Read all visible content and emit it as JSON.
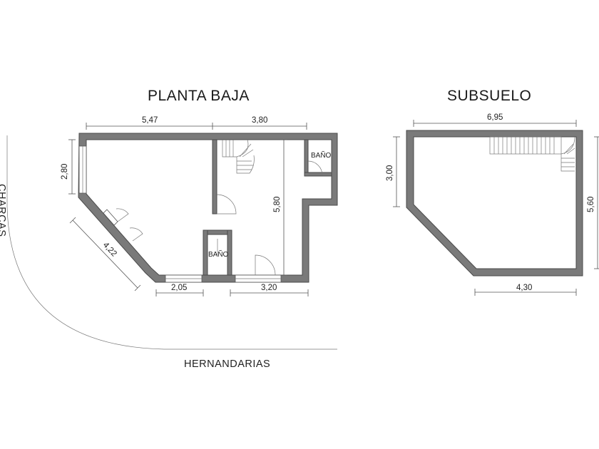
{
  "plans": {
    "planta_baja": {
      "title": "PLANTA BAJA",
      "dims": {
        "top_left": "5,47",
        "top_right": "3,80",
        "left": "2,80",
        "diagonal": "4,22",
        "height": "5,80",
        "bottom_left": "2,05",
        "bottom_right": "3,20"
      },
      "rooms": {
        "bath_top": "BAÑO",
        "bath_bottom": "BAÑO"
      }
    },
    "subsuelo": {
      "title": "SUBSUELO",
      "dims": {
        "top": "6,95",
        "left": "3,00",
        "right": "5,60",
        "bottom": "4,30"
      }
    }
  },
  "streets": {
    "bottom": "HERNANDARIAS",
    "left": "CHARCAS"
  },
  "colors": {
    "wall": "#7a7a7a",
    "line": "#555555"
  }
}
